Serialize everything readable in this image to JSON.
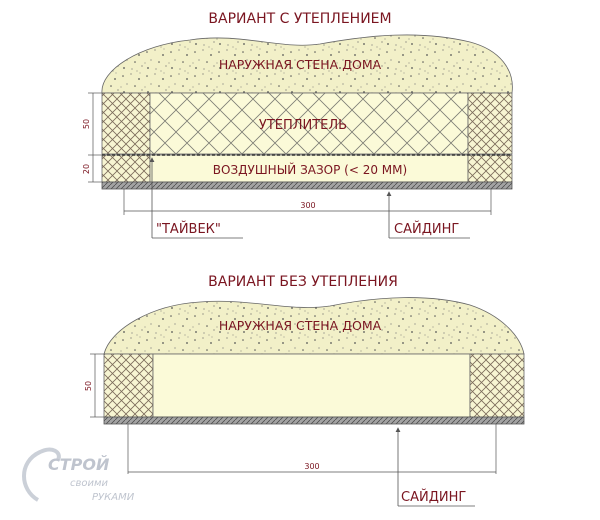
{
  "diagram": {
    "top": {
      "title": "ВАРИАНТ С УТЕПЛЕНИЕМ",
      "wall_label": "НАРУЖНАЯ СТЕНА ДОМА",
      "insulation_label": "УТЕПЛИТЕЛЬ",
      "air_gap_label": "ВОЗДУШНЫЙ ЗАЗОР (< 20 ММ)",
      "dim_50": "50",
      "dim_20": "20",
      "dim_300": "300",
      "membrane_label": "\"ТАЙВЕК\"",
      "siding_label": "САЙДИНГ"
    },
    "bottom": {
      "title": "ВАРИАНТ БЕЗ УТЕПЛЕНИЯ",
      "wall_label": "НАРУЖНАЯ СТЕНА ДОМА",
      "dim_50": "50",
      "dim_300": "300",
      "siding_label": "САЙДИНГ"
    },
    "colors": {
      "label": "#7a1520",
      "wall_fill": "#f2f0c8",
      "batten_fill": "#f7f5d2",
      "siding_fill": "#a3a3a3",
      "line": "#555555"
    }
  },
  "watermark": {
    "brand": "СТРОЙ",
    "line2": "своими",
    "line3": "РУКАМИ"
  }
}
